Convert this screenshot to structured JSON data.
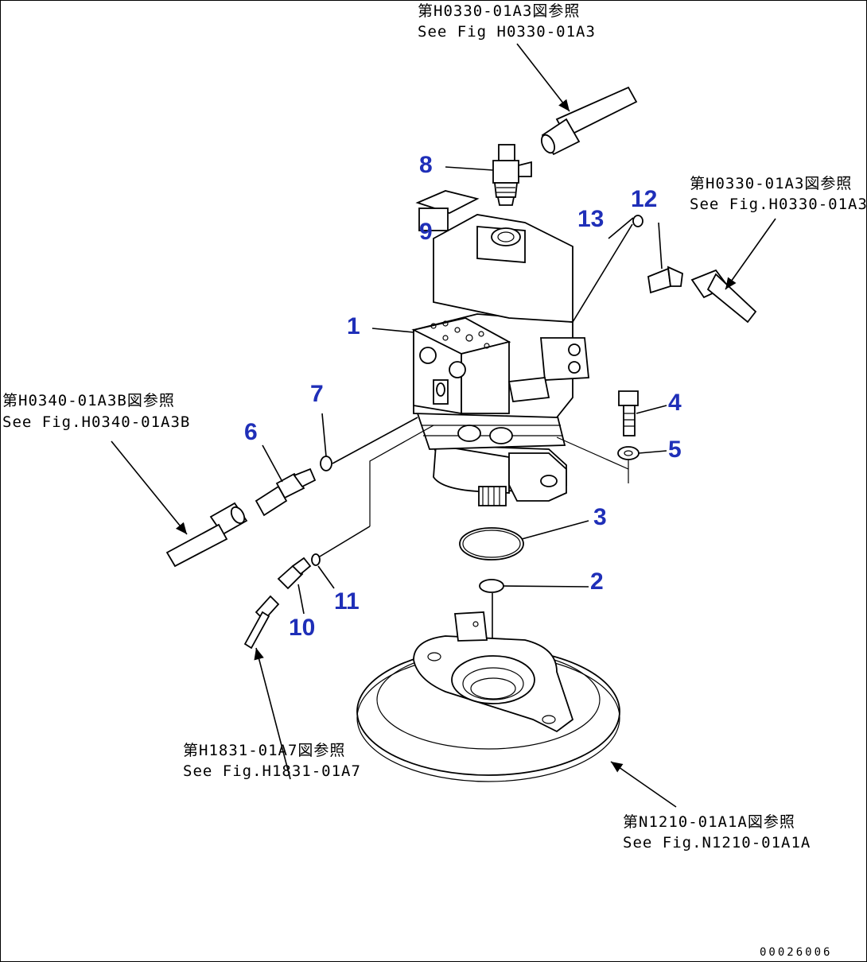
{
  "references": {
    "top": {
      "jp": "第H0330-01A3図参照",
      "en": "See Fig H0330-01A3"
    },
    "right": {
      "jp": "第H0330-01A3図参照",
      "en": "See Fig.H0330-01A3"
    },
    "left": {
      "jp": "第H0340-01A3B図参照",
      "en": "See Fig.H0340-01A3B"
    },
    "bottom_left": {
      "jp": "第H1831-01A7図参照",
      "en": "See Fig.H1831-01A7"
    },
    "bottom_right": {
      "jp": "第N1210-01A1A図参照",
      "en": "See Fig.N1210-01A1A"
    }
  },
  "parts": {
    "p1": "1",
    "p2": "2",
    "p3": "3",
    "p4": "4",
    "p5": "5",
    "p6": "6",
    "p7": "7",
    "p8": "8",
    "p9": "9",
    "p10": "10",
    "p11": "11",
    "p12": "12",
    "p13": "13"
  },
  "doc_id": "00026006",
  "colors": {
    "part_number": "#1f2fb8",
    "line": "#000000",
    "background": "#ffffff"
  }
}
